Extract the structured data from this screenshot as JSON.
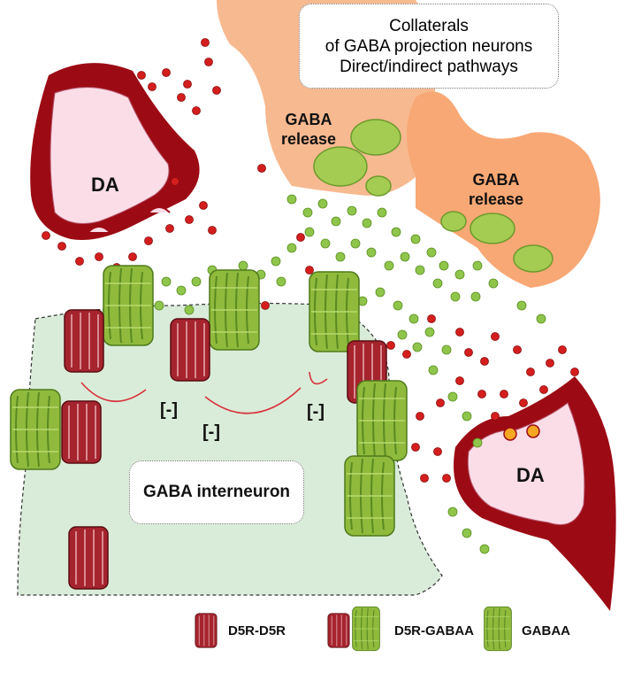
{
  "title_lines": [
    "Collaterals",
    "of GABA projection neurons",
    "Direct/indirect pathways"
  ],
  "gaba_release_top": [
    "GABA",
    "release"
  ],
  "gaba_release_right": [
    "GABA",
    "release"
  ],
  "da_terminal_left": "DA",
  "da_terminal_right": "DA",
  "interneuron_label": "GABA interneuron",
  "inhibition_label": "[-]",
  "legend": {
    "d5r_d5r": "D5R-D5R",
    "d5r_gabaa": "D5R-GABAA",
    "gabaa": "GABAA"
  },
  "colors": {
    "interneuron": "#d9ecd9",
    "projection_neuron": "#f7b990",
    "da_terminal_outer": "#9c0b14",
    "da_terminal_inner": "#fbdde8",
    "gaba_vesicle": "#8fc54a",
    "dopamine": "#d41e1e",
    "d5r": "#a5242e",
    "gabaa": "#8fba3c"
  }
}
